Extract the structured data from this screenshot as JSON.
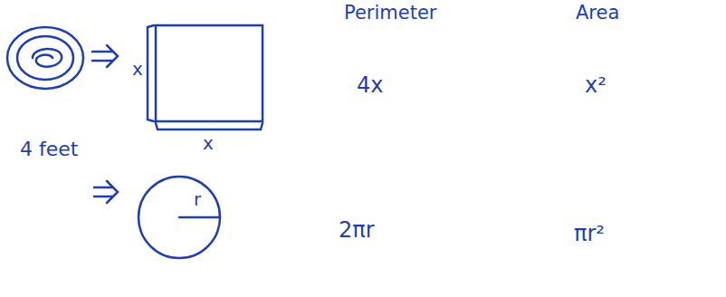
{
  "diagram": {
    "labels": [
      "Perimeter",
      "Area",
      "x",
      "x",
      "4x",
      "x²",
      "4 feet",
      "r",
      "2πr",
      "πr²"
    ]
  }
}
